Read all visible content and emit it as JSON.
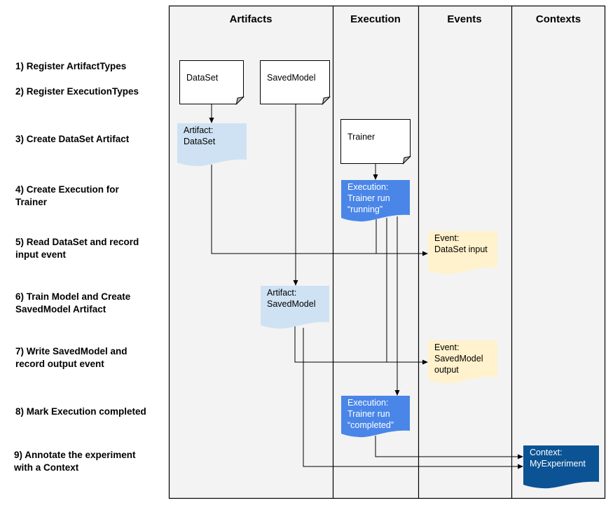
{
  "columns": [
    "Artifacts",
    "Execution",
    "Events",
    "Contexts"
  ],
  "steps": [
    [
      "1) Register ArtifactTypes"
    ],
    [
      "2) Register ExecutionTypes"
    ],
    [
      "3) Create DataSet Artifact"
    ],
    [
      "4) Create Execution for",
      "Trainer"
    ],
    [
      "5) Read DataSet and record",
      "input event"
    ],
    [
      "6) Train Model and Create",
      "SavedModel Artifact"
    ],
    [
      "7) Write SavedModel and",
      "record output event"
    ],
    [
      "8) Mark Execution completed"
    ],
    [
      "9) Annotate the experiment",
      "with a Context"
    ]
  ],
  "colors": {
    "background": "#f3f3f3",
    "type_doc": "#ffffff",
    "artifact": "#cfe2f3",
    "execution": "#4a86e8",
    "event": "#fff2cc",
    "context": "#0b5394"
  },
  "nodes": [
    {
      "id": "dataset-type",
      "kind": "type_doc",
      "lines": [
        "DataSet"
      ]
    },
    {
      "id": "savedmodel-type",
      "kind": "type_doc",
      "lines": [
        "SavedModel"
      ]
    },
    {
      "id": "trainer-type",
      "kind": "type_doc",
      "lines": [
        "Trainer"
      ]
    },
    {
      "id": "artifact-dataset",
      "kind": "artifact",
      "lines": [
        "Artifact:",
        "DataSet"
      ]
    },
    {
      "id": "execution-running",
      "kind": "execution",
      "lines": [
        "Execution:",
        "Trainer run",
        "“running”"
      ]
    },
    {
      "id": "event-dataset-input",
      "kind": "event",
      "lines": [
        "Event:",
        "DataSet input"
      ]
    },
    {
      "id": "artifact-savedmodel",
      "kind": "artifact",
      "lines": [
        "Artifact:",
        "SavedModel"
      ]
    },
    {
      "id": "event-savedmodel-output",
      "kind": "event",
      "lines": [
        "Event:",
        "SavedModel",
        "output"
      ]
    },
    {
      "id": "execution-completed",
      "kind": "execution",
      "lines": [
        "Execution:",
        "Trainer run",
        "“completed”"
      ]
    },
    {
      "id": "context-myexperiment",
      "kind": "context",
      "lines": [
        "Context:",
        "MyExperiment"
      ]
    }
  ]
}
